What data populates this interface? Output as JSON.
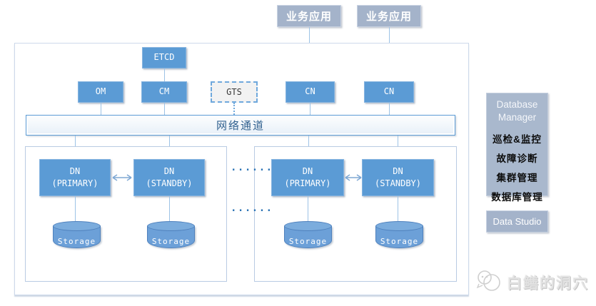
{
  "colors": {
    "node_blue": "#5b9bd5",
    "gray_blue": "#a4b3ca",
    "connector_blue": "#9dc3e6",
    "dashed_blue": "#6fa8dc",
    "dots_blue": "#2e75b6"
  },
  "top_apps": {
    "app1": "业务应用",
    "app2": "业务应用"
  },
  "cluster": {
    "etcd": "ETCD",
    "om": "OM",
    "cm": "CM",
    "gts": "GTS",
    "cn1": "CN",
    "cn2": "CN",
    "network_bar": "网络通道"
  },
  "shard_groups": [
    {
      "dn_primary_line1": "DN",
      "dn_primary_line2": "(PRIMARY)",
      "dn_standby_line1": "DN",
      "dn_standby_line2": "(STANDBY)",
      "storage1": "Storage",
      "storage2": "Storage"
    },
    {
      "dn_primary_line1": "DN",
      "dn_primary_line2": "(PRIMARY)",
      "dn_standby_line1": "DN",
      "dn_standby_line2": "(STANDBY)",
      "storage1": "Storage",
      "storage2": "Storage"
    }
  ],
  "separator_dots_top": "......",
  "separator_dots_bottom": "......",
  "right_panel": {
    "db_manager_title": "Database Manager",
    "items": [
      "巡检&监控",
      "故障诊断",
      "集群管理",
      "数据库管理"
    ],
    "data_studio": "Data Studio"
  },
  "watermark": {
    "text": "白鳝的洞穴"
  }
}
